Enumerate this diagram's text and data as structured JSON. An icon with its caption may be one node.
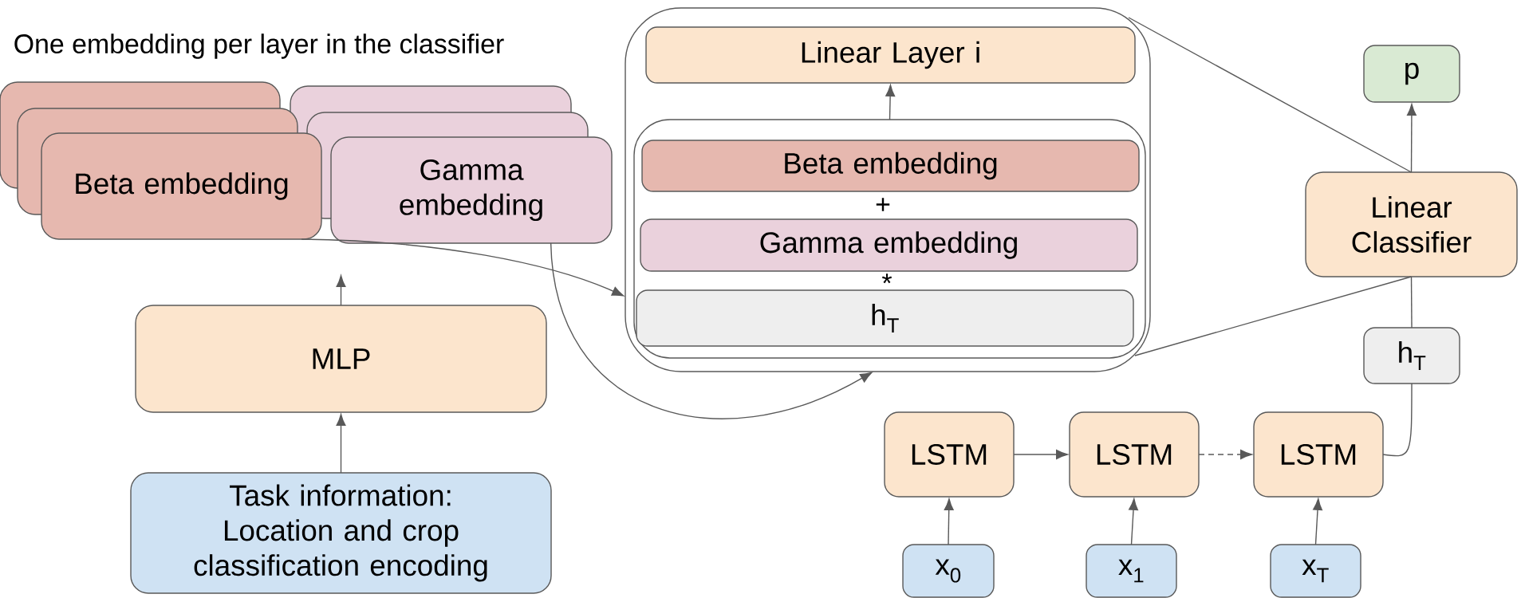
{
  "diagram": {
    "nodes": [
      {
        "text": [
          "Beta embedding"
        ]
      },
      {
        "text": [
          "Gamma embedding"
        ]
      },
      {
        "text": [
          "MLP"
        ]
      },
      {
        "text": [
          "Task information: Location and crop classification encoding"
        ]
      },
      {
        "text": [],
        "shape": "box"
      },
      {
        "text": [
          "Linear Layer i"
        ],
        "in": 4
      },
      {
        "text": [],
        "shape": "box",
        "in": 4
      },
      {
        "text": [
          "Beta embedding"
        ],
        "in": 6
      },
      {
        "text": [
          "Gamma embedding"
        ],
        "in": 6
      },
      {
        "text": [
          "h$_{T}$"
        ],
        "in": 6
      },
      {
        "text": [
          "p"
        ]
      },
      {
        "text": [
          "Linear Classifier"
        ]
      },
      {
        "text": [
          "h$_{T}$"
        ]
      },
      {
        "text": [
          "LSTM"
        ]
      },
      {
        "text": [
          "LSTM"
        ]
      },
      {
        "text": [
          "LSTM"
        ]
      },
      {
        "text": [
          "x$_{0}$"
        ]
      },
      {
        "text": [
          "x$_{1}$"
        ]
      },
      {
        "text": [
          "x$_{T}$"
        ]
      }
    ],
    "edges": [
      {
        "from": 3,
        "to": 2,
        "arrow": "to"
      },
      {
        "from": 2,
        "to": null,
        "arrow": "to"
      },
      {
        "from": 0,
        "to": 4,
        "arrow": "to"
      },
      {
        "from": 1,
        "to": 4,
        "arrow": "to"
      },
      {
        "from": 6,
        "to": 5,
        "arrow": "to"
      },
      {
        "from": 4,
        "to": 11,
        "arrow": "none"
      },
      {
        "from": 4,
        "to": 11,
        "arrow": "none"
      },
      {
        "from": 11,
        "to": 10,
        "arrow": "to"
      },
      {
        "from": 12,
        "to": 11,
        "arrow": "none"
      },
      {
        "from": 15,
        "to": 12,
        "arrow": "none"
      },
      {
        "from": 13,
        "to": 14,
        "arrow": "to"
      },
      {
        "from": 14,
        "to": 15,
        "arrow": "to",
        "style": "dashed"
      },
      {
        "from": 16,
        "to": 13,
        "arrow": "to"
      },
      {
        "from": 17,
        "to": 14,
        "arrow": "to"
      },
      {
        "from": 18,
        "to": 15,
        "arrow": "to"
      }
    ],
    "labels": [
      "One embedding per layer in the classifier",
      "+",
      "*"
    ]
  }
}
